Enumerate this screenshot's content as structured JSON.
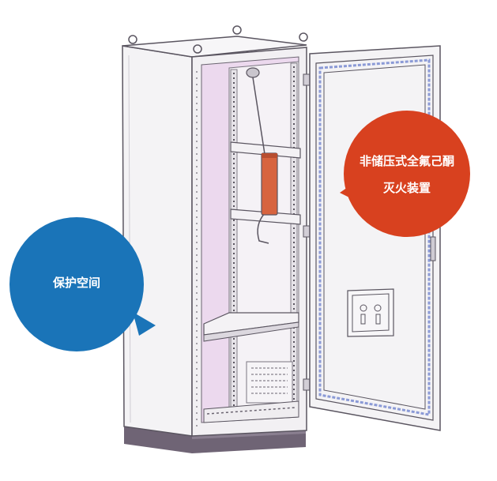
{
  "callouts": {
    "protection_space": "保护空间",
    "fire_system_line1": "非储压式全氟己酮",
    "fire_system_line2": "灭火装置"
  },
  "colors": {
    "blue_bubble": "#1a74b8",
    "red_bubble": "#d8411f",
    "cabinet_outline": "#5a5560",
    "cabinet_interior": "#ecd9ee",
    "cabinet_base": "#6f6475",
    "door_gasket": "#8b9ad6",
    "extinguisher": "#d7643f"
  }
}
